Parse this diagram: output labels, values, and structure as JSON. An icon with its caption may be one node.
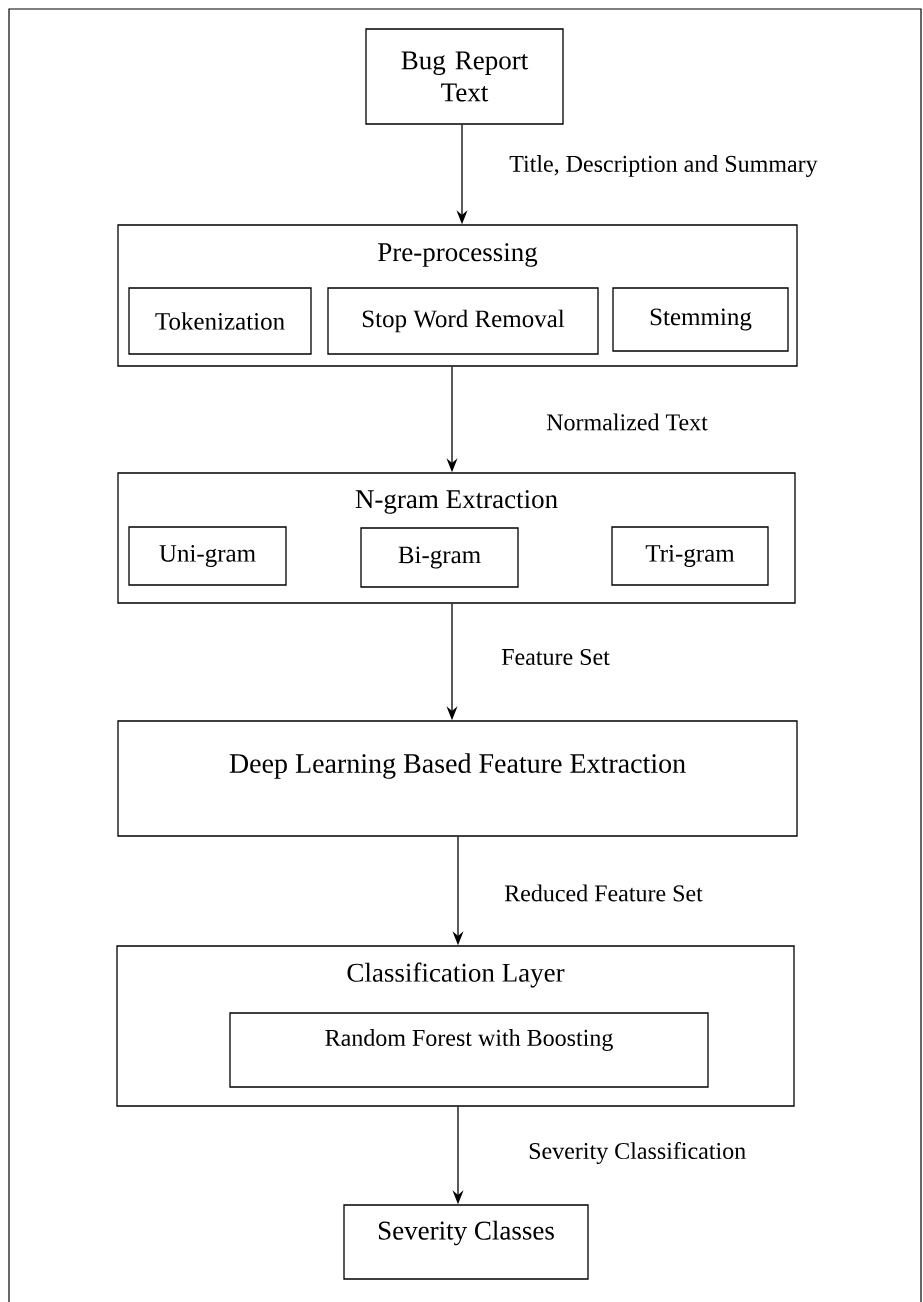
{
  "diagram": {
    "nodes": [
      {
        "text": [
          "Bug Report Text"
        ]
      },
      {
        "text": [
          "Pre-processing"
        ]
      },
      {
        "text": [
          "Tokenization"
        ],
        "in": 1
      },
      {
        "text": [
          "Stop Word Removal"
        ],
        "in": 1
      },
      {
        "text": [
          "Stemming"
        ],
        "in": 1
      },
      {
        "text": [
          "N-gram Extraction"
        ]
      },
      {
        "text": [
          "Uni-gram"
        ],
        "in": 5
      },
      {
        "text": [
          "Bi-gram"
        ],
        "in": 5
      },
      {
        "text": [
          "Tri-gram"
        ],
        "in": 5
      },
      {
        "text": [
          "Deep Learning Based Feature Extraction"
        ]
      },
      {
        "text": [
          "Classification Layer"
        ]
      },
      {
        "text": [
          "Random Forest with Boosting"
        ],
        "in": 10
      },
      {
        "text": [
          "Severity Classes"
        ]
      }
    ],
    "edges": [
      {
        "from": 0,
        "to": 1,
        "arrow": "to",
        "label": "Title, Description and Summary"
      },
      {
        "from": 1,
        "to": 5,
        "arrow": "to",
        "label": "Normalized Text"
      },
      {
        "from": 5,
        "to": 9,
        "arrow": "to",
        "label": "Feature Set"
      },
      {
        "from": 9,
        "to": 10,
        "arrow": "to",
        "label": "Reduced Feature Set"
      },
      {
        "from": 10,
        "to": 12,
        "arrow": "to",
        "label": "Severity Classification"
      }
    ]
  }
}
